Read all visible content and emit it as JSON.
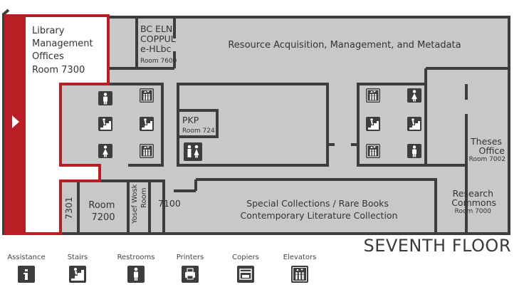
{
  "floor_title": "SEVENTH FLOOR",
  "colors": {
    "wall": "#3d3d3d",
    "room_fill": "#c8c8c8",
    "highlight": "#b81e24",
    "icon_bg": "#3d3d3d"
  },
  "rooms": {
    "library_management": [
      "Library",
      "Management",
      "Offices",
      "Room 7300"
    ],
    "bc_eln": [
      "BC ELN",
      "COPPUL",
      "e-HLbc"
    ],
    "bc_eln_room": "Room 7600",
    "resource_acquisition": "Resource Acquisition, Management, and Metadata",
    "pkp": "PKP",
    "pkp_room": "Room 724",
    "theses": [
      "Theses",
      "Office"
    ],
    "theses_room": "Room 7002",
    "research": [
      "Research",
      "Commons"
    ],
    "research_room": "Room 7000",
    "special_collections": [
      "Special Collections / Rare Books",
      "Contemporary Literature Collection"
    ],
    "room_7100": "7100",
    "room_7200": [
      "Room",
      "7200"
    ],
    "room_7301": "7301",
    "yosef_wosk": [
      "Yosef Wosk",
      "Room"
    ]
  },
  "legend": [
    {
      "label": "Assistance",
      "icon": "info-icon"
    },
    {
      "label": "Stairs",
      "icon": "stairs-icon"
    },
    {
      "label": "Restrooms",
      "icon": "restroom-icon"
    },
    {
      "label": "Printers",
      "icon": "printer-icon"
    },
    {
      "label": "Copiers",
      "icon": "copier-icon"
    },
    {
      "label": "Elevators",
      "icon": "elevator-icon"
    }
  ]
}
